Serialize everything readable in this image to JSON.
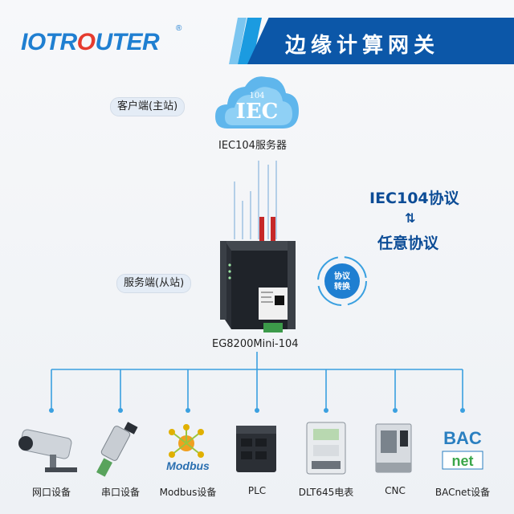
{
  "logo": {
    "text_prefix": "IOTR",
    "text_o": "O",
    "text_suffix": "UTER",
    "registered": "®"
  },
  "banner": {
    "title": "边缘计算网关"
  },
  "client": {
    "role_label": "客户端(主站)",
    "server_label": "IEC104服务器",
    "cloud_top": "104",
    "cloud_main": "IEC"
  },
  "server": {
    "role_label": "服务端(从站)",
    "device_name": "EG8200Mini-104"
  },
  "protocol": {
    "line1": "IEC104协议",
    "line2": "任意协议",
    "arrows": "⇅"
  },
  "conversion": {
    "line1": "协议",
    "line2": "转换"
  },
  "devices": [
    {
      "label": "网口设备",
      "icon": "camera-icon"
    },
    {
      "label": "串口设备",
      "icon": "sensor-icon"
    },
    {
      "label": "Modbus设备",
      "icon": "modbus-icon",
      "logo_text": "Modbus"
    },
    {
      "label": "PLC",
      "icon": "plc-icon"
    },
    {
      "label": "DLT645电表",
      "icon": "meter-icon"
    },
    {
      "label": "CNC",
      "icon": "cnc-icon"
    },
    {
      "label": "BACnet设备",
      "icon": "bacnet-icon",
      "logo_top": "BAC",
      "logo_bottom": "net"
    }
  ],
  "colors": {
    "brand_blue": "#1f7fd1",
    "banner_blue": "#0c57a8",
    "accent_red": "#e53b2e",
    "line_blue": "#3aa0e0",
    "text_dark_blue": "#0c4c96"
  }
}
